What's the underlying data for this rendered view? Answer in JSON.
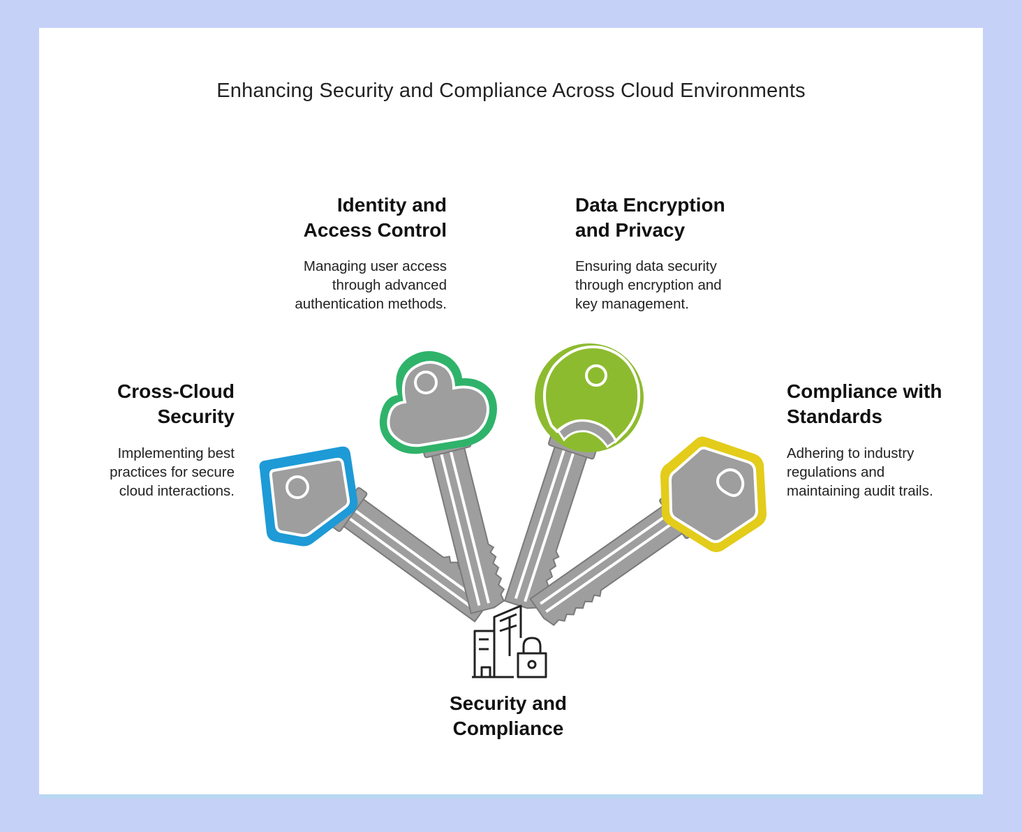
{
  "title": "Enhancing Security and Compliance Across Cloud Environments",
  "nodes": [
    {
      "heading": [
        "Cross-Cloud",
        "Security"
      ],
      "description": [
        "Implementing best",
        "practices for secure",
        "cloud interactions."
      ],
      "icon": "blue-square-key-icon",
      "color": "#1e9ad6"
    },
    {
      "heading": [
        "Identity and",
        "Access Control"
      ],
      "description": [
        "Managing user access",
        "through advanced",
        "authentication methods."
      ],
      "icon": "green-cloud-key-icon",
      "color": "#2fb36a"
    },
    {
      "heading": [
        "Data Encryption",
        "and Privacy"
      ],
      "description": [
        "Ensuring data security",
        "through encryption and",
        "key management."
      ],
      "icon": "lime-round-key-icon",
      "color": "#8dbb2f"
    },
    {
      "heading": [
        "Compliance with",
        "Standards"
      ],
      "description": [
        "Adhering to industry",
        "regulations and",
        "maintaining audit trails."
      ],
      "icon": "yellow-hexagon-key-icon",
      "color": "#e3cc1a"
    }
  ],
  "center": {
    "heading": [
      "Security and",
      "Compliance"
    ],
    "icon": "buildings-lock-icon"
  }
}
